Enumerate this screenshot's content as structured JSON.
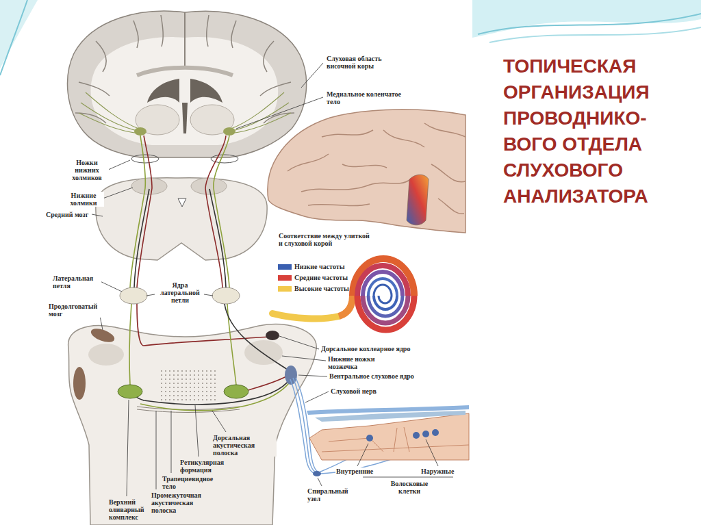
{
  "diagram": {
    "title": "ТОПИЧЕСКАЯ ОРГАНИЗАЦИЯ ПРОВОДНИКО- ВОГО ОТДЕЛА СЛУХОВОГО АНАЛИЗАТОРА",
    "labels": [
      "Слуховая область височной коры",
      "Медиальное коленчатое тело",
      "Ножки нижних холмиков",
      "Нижние холмики",
      "Средний мозг",
      "Соответствие между улиткой и слуховой корой",
      "Латеральная петля",
      "Ядра латеральной петли",
      "Продолговатый мозг",
      "Дорсальное кохлеарное ядро",
      "Нижние ножки мозжечка",
      "Вентральное слуховое ядро",
      "Слуховой нерв",
      "Дорсальная акустическая полоска",
      "Ретикулярная формация",
      "Трапециевидное тело",
      "Промежуточная акустическая полоска",
      "Верхний оливарный комплекс",
      "Внутренние",
      "Наружные",
      "Волосковые клетки",
      "Спиральный узел"
    ],
    "legend": [
      {
        "text": "Низкие частоты",
        "color": "#3a5fb0"
      },
      {
        "text": "Средние частоты",
        "color": "#d8403a"
      },
      {
        "text": "Высокие частоты",
        "color": "#f2c94c"
      }
    ]
  }
}
